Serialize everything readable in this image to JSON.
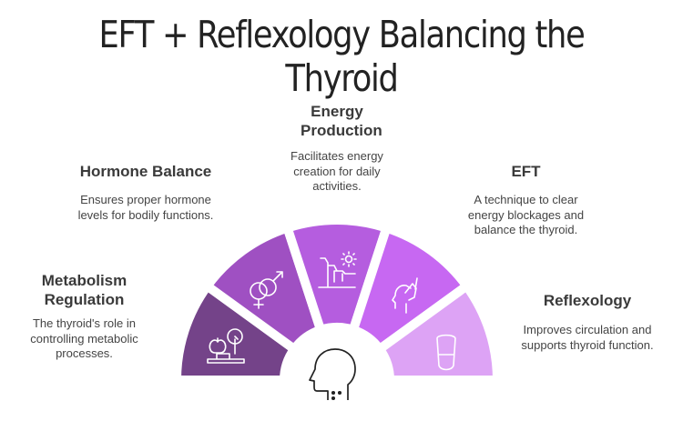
{
  "title": "EFT + Reflexology Balancing the Thyroid",
  "segments": [
    {
      "name": "metabolism",
      "heading": "Metabolism Regulation",
      "desc": "The thyroid's role in controlling metabolic processes.",
      "color": "#744389",
      "icon": "apple-scale-icon"
    },
    {
      "name": "hormone",
      "heading": "Hormone Balance",
      "desc": "Ensures proper hormone levels for bodily functions.",
      "color": "#9f50c2",
      "icon": "gender-symbols-icon"
    },
    {
      "name": "energy",
      "heading": "Energy Production",
      "desc": "Facilitates energy creation for daily activities.",
      "color": "#b55ddf",
      "icon": "cliff-sun-icon"
    },
    {
      "name": "eft",
      "heading": "EFT",
      "desc": "A technique to clear energy blockages and balance the thyroid.",
      "color": "#c768f2",
      "icon": "head-tapping-icon"
    },
    {
      "name": "reflexology",
      "heading": "Reflexology",
      "desc": "Improves circulation and supports thyroid function.",
      "color": "#dda3f5",
      "icon": "foot-icon"
    }
  ],
  "center_icon": "head-profile-icon"
}
